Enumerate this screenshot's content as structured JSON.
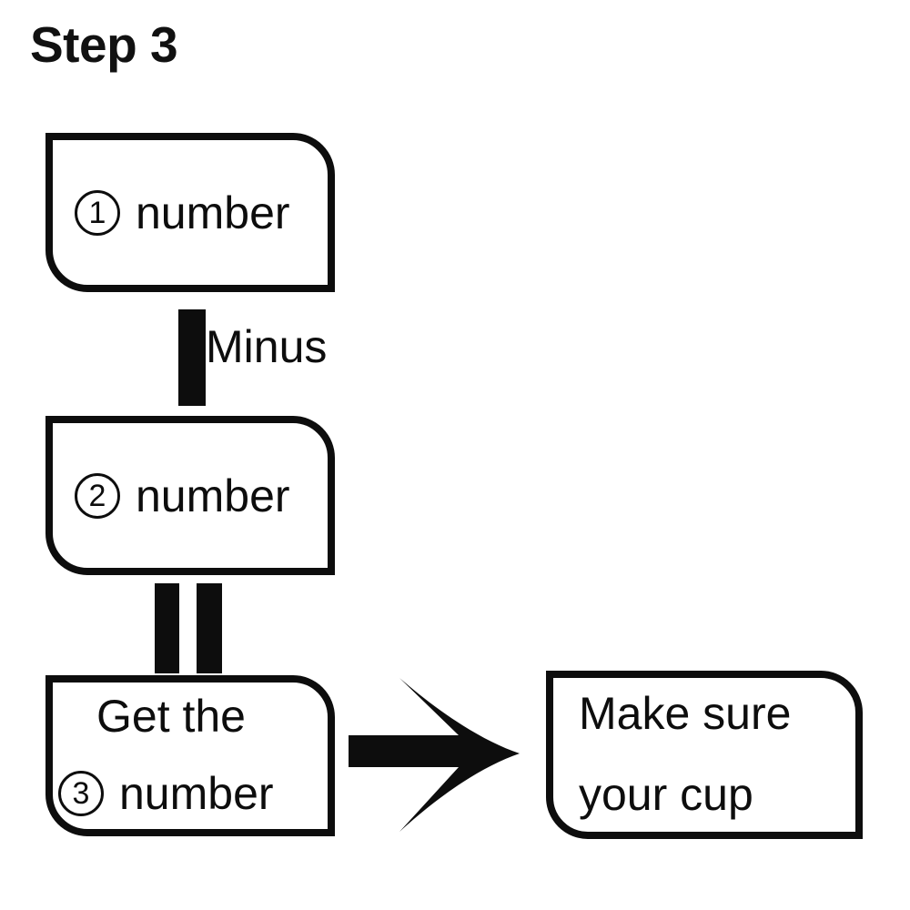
{
  "page": {
    "title": "Step 3",
    "background_color": "#ffffff",
    "ink_color": "#0d0d0d"
  },
  "diagram": {
    "type": "flow-diagram",
    "orientation": "vertical-then-right",
    "nodes": [
      {
        "id": "number-1",
        "marker": "1",
        "marker_style": "circled",
        "lines": [
          "number"
        ],
        "shape": "rounded-tr-bl-rectangle"
      },
      {
        "id": "number-2",
        "marker": "2",
        "marker_style": "circled",
        "lines": [
          "number"
        ],
        "shape": "rounded-tr-bl-rectangle"
      },
      {
        "id": "get-the-number",
        "marker": "3",
        "marker_style": "circled",
        "lines": [
          "Get the",
          "number"
        ],
        "shape": "rounded-tr-bl-rectangle"
      },
      {
        "id": "make-sure-your-cup",
        "marker": null,
        "marker_style": null,
        "lines": [
          "Make sure",
          "your cup"
        ],
        "shape": "rounded-tr-bl-rectangle"
      }
    ],
    "connectors": [
      {
        "id": "minus",
        "from": "number-1",
        "to": "number-2",
        "glyph": "minus-bar",
        "label": "Minus"
      },
      {
        "id": "equals",
        "from": "number-2",
        "to": "get-the-number",
        "glyph": "equals-double-bar",
        "label": ""
      },
      {
        "id": "result-arrow",
        "from": "get-the-number",
        "to": "make-sure-your-cup",
        "glyph": "right-arrow",
        "label": ""
      }
    ]
  },
  "labels": {
    "minus": "Minus",
    "number": "number",
    "get_the": "Get the",
    "make_sure": "Make sure",
    "your_cup": "your cup",
    "marker_1": "1",
    "marker_2": "2",
    "marker_3": "3"
  }
}
